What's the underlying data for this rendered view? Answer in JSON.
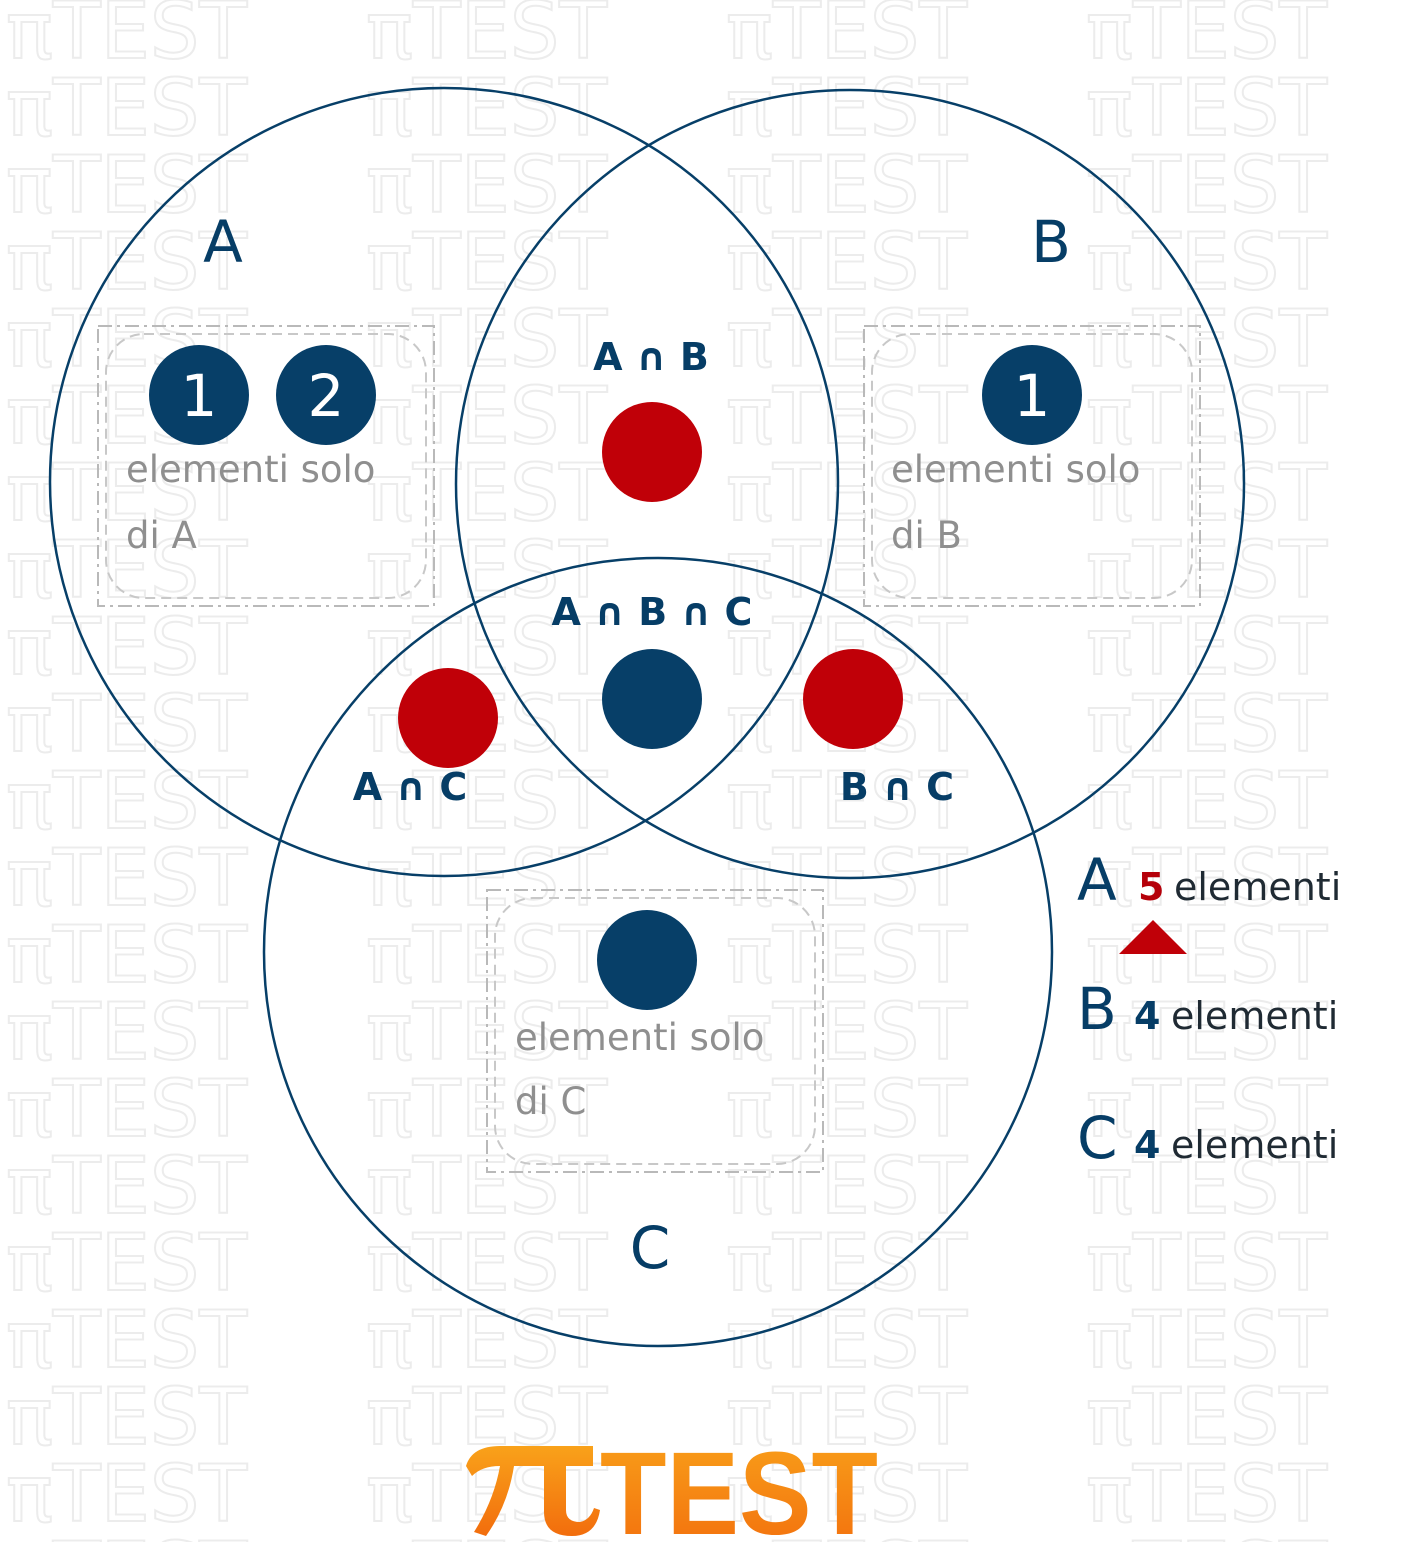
{
  "watermark_text": "πTEST",
  "sets": {
    "a": {
      "label": "A"
    },
    "b": {
      "label": "B"
    },
    "c": {
      "label": "C"
    }
  },
  "regions": {
    "a_and_b": "A ∩ B",
    "a_and_b_and_c": "A ∩ B ∩ C",
    "a_and_c": "A ∩ C",
    "b_and_c": "B ∩ C"
  },
  "only_boxes": {
    "a": {
      "line1": "elementi solo",
      "line2": "di A",
      "dots": [
        "1",
        "2"
      ]
    },
    "b": {
      "line1": "elementi solo",
      "line2": "di B",
      "dots": [
        "1"
      ]
    },
    "c": {
      "line1": "elementi solo",
      "line2": "di C",
      "dots": []
    }
  },
  "legend": [
    {
      "letter": "A",
      "count": "5",
      "word": "elementi",
      "count_color": "#b5000a",
      "marker": "triangle-up"
    },
    {
      "letter": "B",
      "count": "4",
      "word": "elementi",
      "count_color": "#063d66"
    },
    {
      "letter": "C",
      "count": "4",
      "word": "elementi",
      "count_color": "#063d66"
    }
  ],
  "logo": {
    "pi": "π",
    "text": "TEST"
  },
  "colors": {
    "navy": "#073f68",
    "red": "#c00008",
    "gray_text": "#8f8f8f",
    "logo_orange": "#f7930a"
  }
}
